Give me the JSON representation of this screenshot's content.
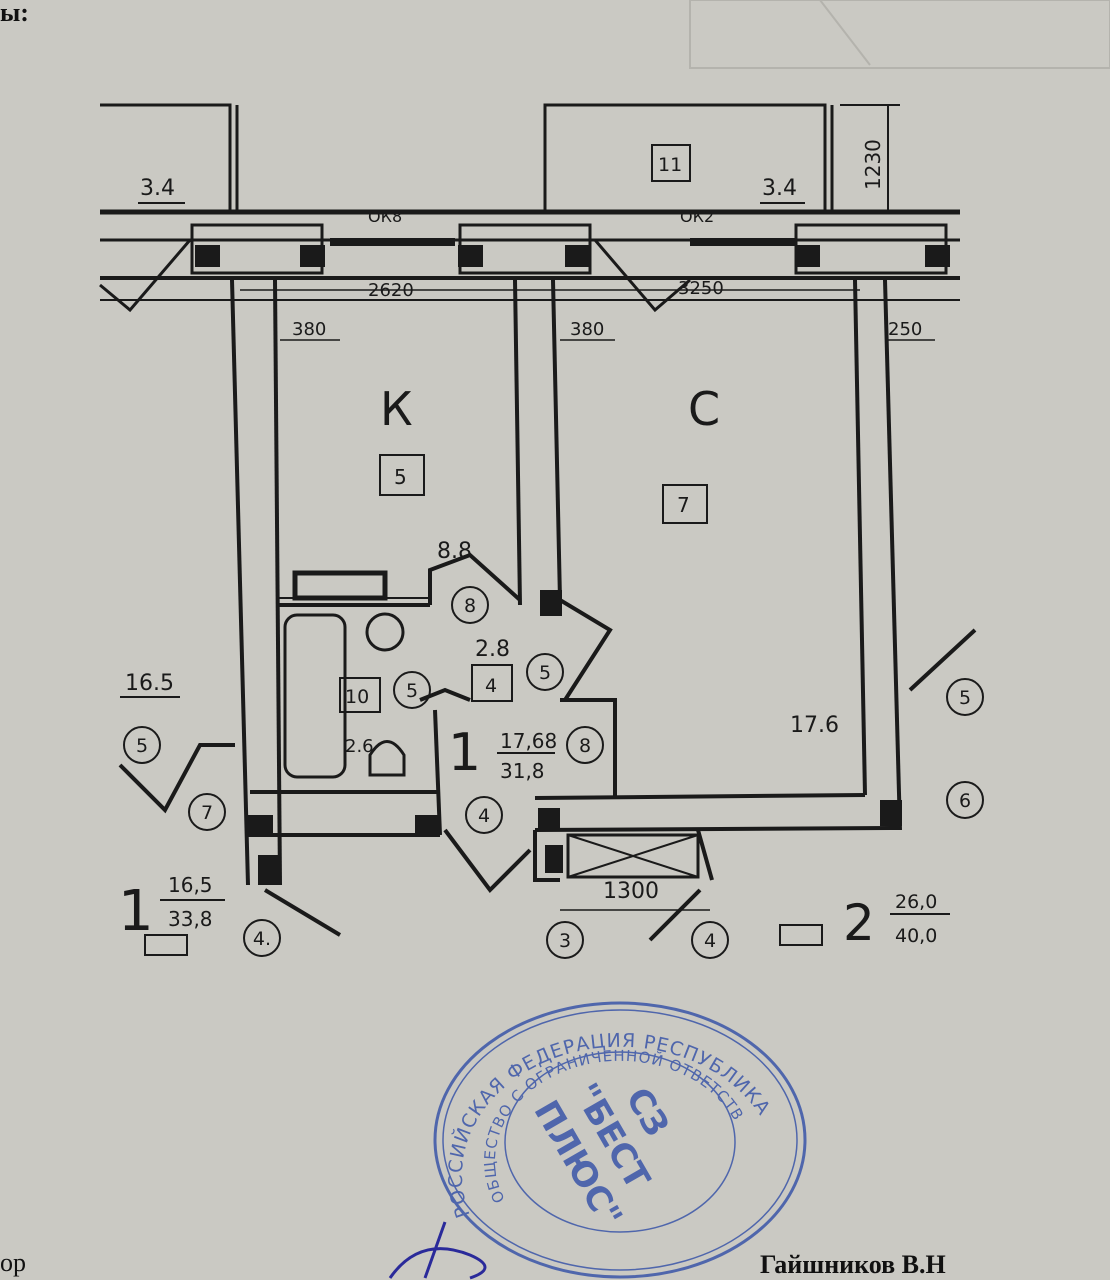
{
  "document": {
    "heading_fragment": "ы:",
    "footer_left_fragment": "ор",
    "signatory": "Гайшников В.Н"
  },
  "plan": {
    "rooms": {
      "kitchen": {
        "letter": "К",
        "number": "5"
      },
      "living": {
        "letter": "С",
        "number": "7"
      },
      "balcony": {
        "number": "11"
      },
      "hall": {
        "number": "4"
      },
      "bathroom": {
        "number": "10"
      }
    },
    "areas": {
      "balcony_left": "3.4",
      "balcony_right": "3.4",
      "kitchen": "8.8",
      "hall": "2.8",
      "bathroom": "2.6",
      "living": "17.6",
      "neighbor_left": "16.5"
    },
    "dimensions": {
      "balcony_depth": "1230",
      "kitchen_width": "2620",
      "living_width": "3250",
      "wall_left": "380",
      "wall_middle": "380",
      "wall_right": "250",
      "door_width": "1300"
    },
    "window_labels": [
      "ОК8",
      "ОК2"
    ],
    "circled_marks": [
      "8",
      "5",
      "5",
      "5",
      "7",
      "4",
      "6",
      "5",
      "4.",
      "3",
      "4",
      "8"
    ],
    "apartments": [
      {
        "rooms": "1",
        "living_area": "17,68",
        "total_area": "31,8"
      },
      {
        "rooms": "1",
        "living_area": "16,5",
        "total_area": "33,8"
      },
      {
        "rooms": "2",
        "living_area": "26,0",
        "total_area": "40,0"
      }
    ]
  },
  "stamp": {
    "outer_text": "РОССИЙСКАЯ ФЕДЕРАЦИЯ РЕСПУБЛИКА",
    "inner_text": "ОБЩЕСТВО С ОГРАНИЧЕННОЙ ОТВЕТСТВ",
    "center_line1": "СЗ",
    "center_line2": "\"БЕСТ",
    "center_line3": "ПЛЮС\"",
    "color": "#3a55a8"
  },
  "colors": {
    "paper": "#cac9c3",
    "ink": "#1a1a1a"
  }
}
